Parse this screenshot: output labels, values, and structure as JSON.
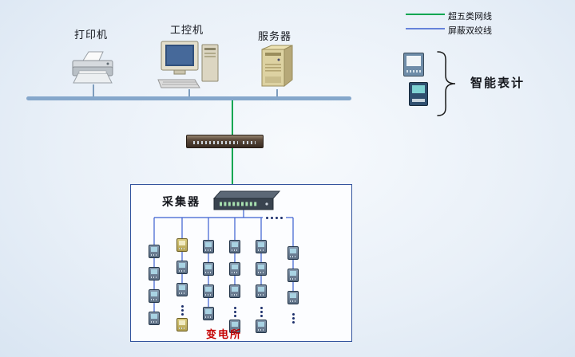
{
  "colors": {
    "cat5e_line": "#00a651",
    "stp_line": "#3a5fd0",
    "bus_line": "#85a7cb",
    "substation_label": "#c40000"
  },
  "legend": {
    "items": [
      {
        "id": "cat5e",
        "label": "超五类网线"
      },
      {
        "id": "stp",
        "label": "屏蔽双绞线"
      }
    ]
  },
  "devices": {
    "printer": {
      "label": "打印机"
    },
    "industrial_pc": {
      "label": "工控机"
    },
    "server": {
      "label": "服务器"
    }
  },
  "smart_meters": {
    "label": "智能表计"
  },
  "collector": {
    "label": "采集器"
  },
  "substation": {
    "label": "变电所"
  },
  "meter_grid": {
    "columns": [
      {
        "items": [
          "meter",
          "meter",
          "meter",
          "meter"
        ]
      },
      {
        "items": [
          "meter_gold",
          "meter",
          "meter",
          "dots",
          "meter_gold"
        ]
      },
      {
        "items": [
          "meter",
          "meter",
          "meter",
          "meter"
        ]
      },
      {
        "items": [
          "meter",
          "meter",
          "meter",
          "dots",
          "meter"
        ]
      },
      {
        "items": [
          "meter",
          "meter",
          "meter",
          "dots",
          "meter"
        ]
      },
      {
        "items": [
          "meter",
          "meter",
          "meter",
          "dots"
        ]
      }
    ],
    "h_ellipsis": true
  }
}
